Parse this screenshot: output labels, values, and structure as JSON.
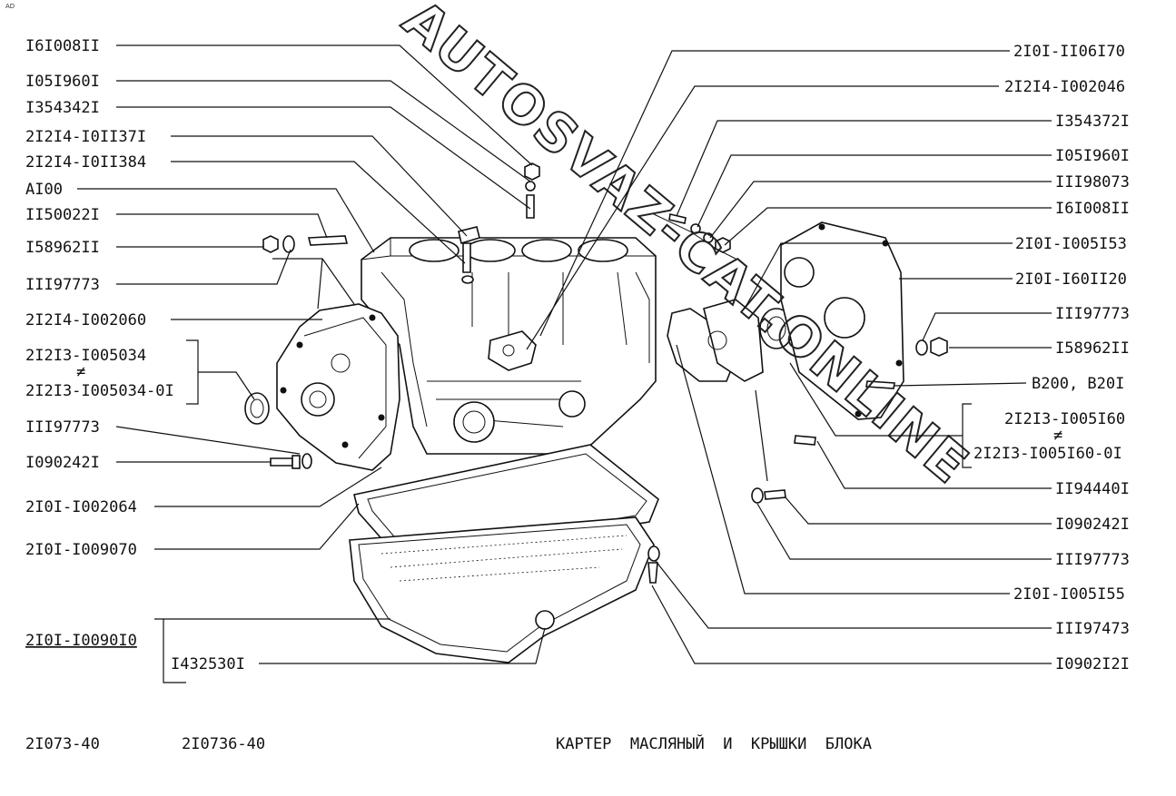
{
  "corner_mark": "AD",
  "watermark": "AUTOSVAZ-CAT.ONLINE",
  "left_labels": [
    "I6I008II",
    "I05I960I",
    "I354342I",
    "2I2I4-I0II37I",
    "2I2I4-I0II384",
    "AI00",
    "II50022I",
    "I58962II",
    "III97773",
    "2I2I4-I002060",
    "2I2I3-I005034",
    "≠",
    "2I2I3-I005034-0I",
    "III97773",
    "I090242I",
    "2I0I-I002064",
    "2I0I-I009070"
  ],
  "left_bottom": {
    "main": "2I0I-I0090I0",
    "sub": "I432530I"
  },
  "right_labels": [
    "2I0I-II06I70",
    "2I2I4-I002046",
    "I354372I",
    "I05I960I",
    "III98073",
    "I6I008II",
    "2I0I-I005I53",
    "2I0I-I60II20",
    "III97773",
    "I58962II",
    "B200, B20I",
    "2I2I3-I005I60",
    "≠",
    "2I2I3-I005I60-0I",
    "II94440I",
    "I090242I",
    "III97773",
    "2I0I-I005I55",
    "III97473",
    "I0902I2I"
  ],
  "footer": {
    "model_1": "2I073-40",
    "model_2": "2I0736-40",
    "title": "КАРТЕР  МАСЛЯНЫЙ  И  КРЫШКИ  БЛОКА"
  }
}
